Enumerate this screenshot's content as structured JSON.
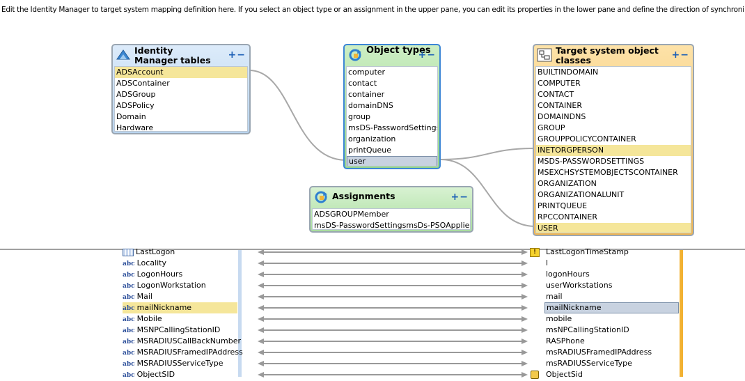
{
  "description": "Edit the Identity Manager to target system mapping definition here. If you select an object type or an assignment in the upper pane, you can edit its properties in the lower pane and define the direction of synchronizatio",
  "panels": {
    "identity": {
      "title": "Identity Manager tables",
      "plus": "+",
      "minus": "−",
      "items": [
        "ADSAccount",
        "ADSContainer",
        "ADSGroup",
        "ADSPolicy",
        "Domain",
        "Hardware"
      ]
    },
    "objects": {
      "title": "Object types",
      "plus": "+",
      "minus": "−",
      "items": [
        "computer",
        "contact",
        "container",
        "domainDNS",
        "group",
        "msDS-PasswordSettings",
        "organization",
        "printQueue",
        "user"
      ]
    },
    "target": {
      "title": "Target system object classes",
      "plus": "+",
      "minus": "−",
      "items": [
        "BUILTINDOMAIN",
        "COMPUTER",
        "CONTACT",
        "CONTAINER",
        "DOMAINDNS",
        "GROUP",
        "GROUPPOLICYCONTAINER",
        "INETORGPERSON",
        "MSDS-PASSWORDSETTINGS",
        "MSEXCHSYSTEMOBJECTSCONTAINER",
        "ORGANIZATION",
        "ORGANIZATIONALUNIT",
        "PRINTQUEUE",
        "RPCCONTAINER",
        "USER"
      ]
    },
    "assignments": {
      "title": "Assignments",
      "plus": "+",
      "minus": "−",
      "items": [
        "ADSGROUPMember",
        "msDS-PasswordSettingsmsDs-PSOAppliesTo"
      ]
    }
  },
  "mapping": {
    "left": [
      "LastLogon",
      "Locality",
      "LogonHours",
      "LogonWorkstation",
      "Mail",
      "mailNickname",
      "Mobile",
      "MSNPCallingStationID",
      "MSRADIUSCallBackNumber",
      "MSRADIUSFramedIPAddress",
      "MSRADIUSServiceType",
      "ObjectSID"
    ],
    "right": [
      "LastLogonTimeStamp",
      "l",
      "logonHours",
      "userWorkstations",
      "mail",
      "mailNickname",
      "mobile",
      "msNPCallingStationID",
      "RASPhone",
      "msRADIUSFramedIPAddress",
      "msRADIUSServiceType",
      "ObjectSid"
    ],
    "type_label": "abc",
    "warning_glyph": "!"
  },
  "colors": {
    "highlight": "#f5e69a",
    "selected": "#c8d2e0",
    "identity_panel": "#b9d4ef",
    "object_panel": "#96d78a",
    "target_panel": "#f3b64e"
  }
}
